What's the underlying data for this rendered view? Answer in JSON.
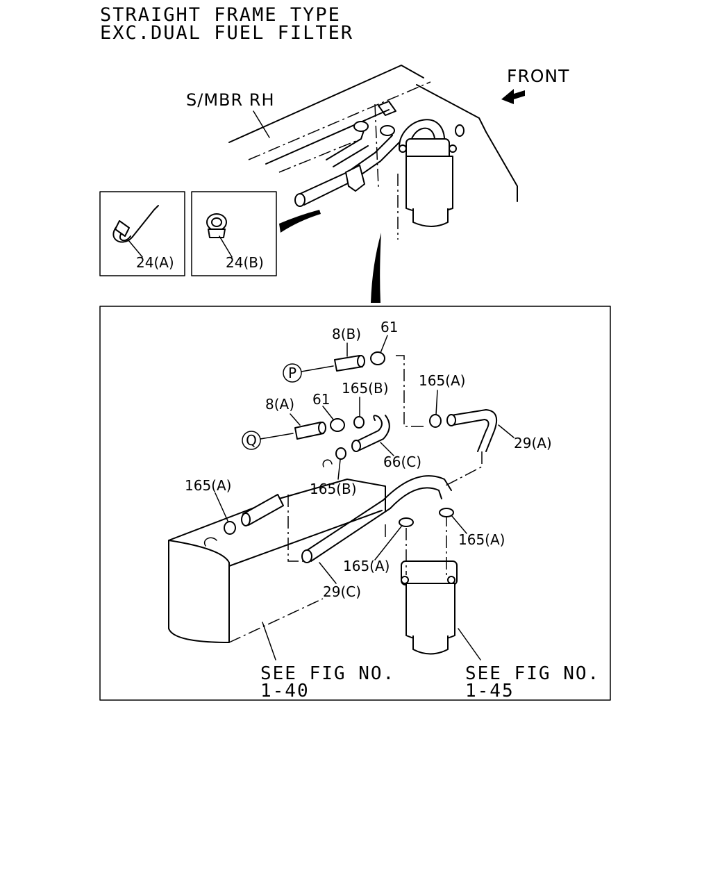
{
  "title": {
    "line1": "STRAIGHT FRAME TYPE",
    "line2": "EXC.DUAL FUEL FILTER"
  },
  "overview": {
    "member_label": "S/MBR RH",
    "front_label": "FRONT"
  },
  "insets": [
    {
      "label": "24(A)"
    },
    {
      "label": "24(B)"
    }
  ],
  "callouts": {
    "p8b": "8(B)",
    "p61_top": "61",
    "p165b_top": "165(B)",
    "p165a_top": "165(A)",
    "p8a": "8(A)",
    "p61_mid": "61",
    "p29a": "29(A)",
    "p66c": "66(C)",
    "p165b_mid": "165(B)",
    "p165a_left": "165(A)",
    "p165a_right": "165(A)",
    "p165a_low": "165(A)",
    "p29c": "29(C)"
  },
  "connectors": {
    "p": "P",
    "q": "Q"
  },
  "references": [
    {
      "line1": "SEE FIG NO.",
      "line2": "1-40"
    },
    {
      "line1": "SEE FIG NO.",
      "line2": "1-45"
    }
  ]
}
